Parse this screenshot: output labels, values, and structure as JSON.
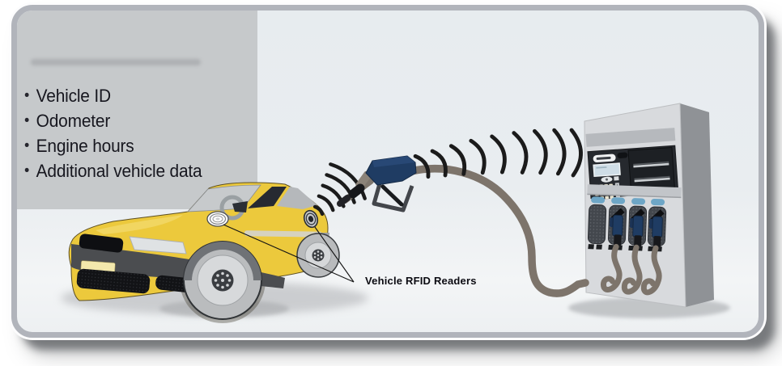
{
  "panel": {
    "bullet_char": "•",
    "items": [
      "Vehicle ID",
      "Odometer",
      "Engine hours",
      "Additional vehicle data"
    ]
  },
  "annotation": {
    "label": "Vehicle RFID Readers"
  },
  "colors": {
    "car_yellow": "#ECC93C",
    "car_yellow_highlight": "#F3DA6E",
    "nozzle_navy": "#1F3C63",
    "hose_brown": "#7D746B",
    "signal_black": "#1B1B1B",
    "panel_grey": "#C6C9CB",
    "card_background": "#E9EDF0",
    "card_border": "#B1B4BB",
    "pump_front": "#D8DADD",
    "pump_side": "#8F9296",
    "pump_panel_dark": "#26292E",
    "pump_blue_caps": "#6EA6C6"
  },
  "icons": {
    "rfid_reader_windshield": "concentric-rings-disc",
    "rfid_reader_fuel_door": "concentric-rings-disc",
    "signal_waves": "arc-waves"
  }
}
